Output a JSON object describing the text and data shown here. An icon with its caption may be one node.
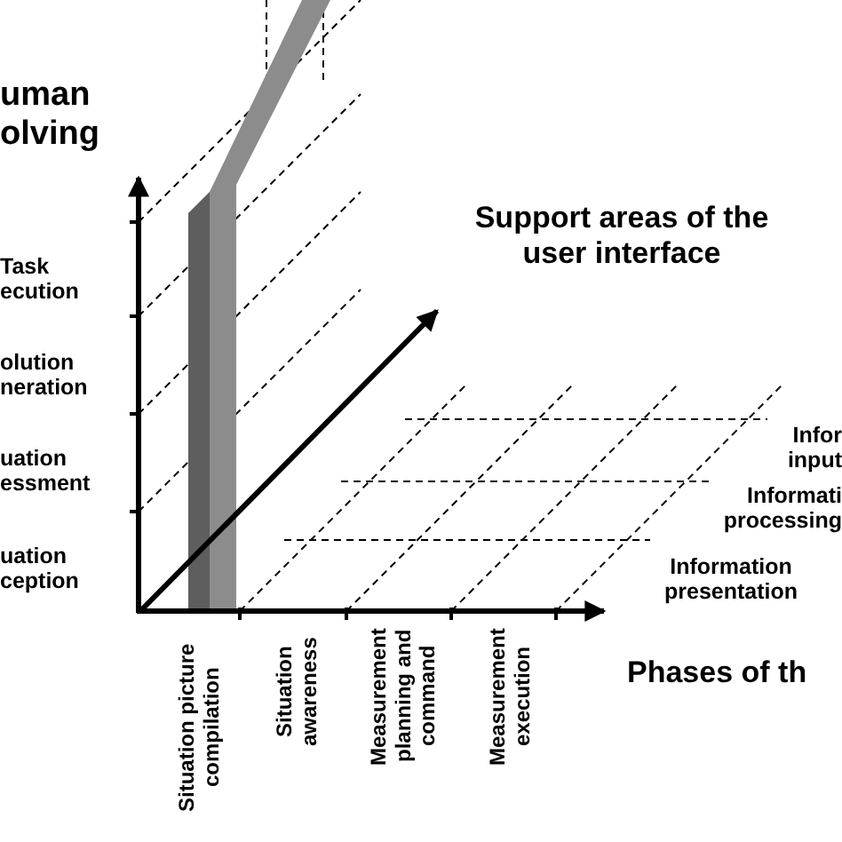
{
  "diagram": {
    "labels": [
      "uman olving",
      "Support areas of the user interface",
      "Task ecution",
      "olution neration",
      "uation essment",
      "Infor input",
      "Informati processing",
      "uation ception",
      "Information presentation",
      "Situation picture compilation",
      "Situation awareness",
      "Measurement planning and command",
      "Measurement execution",
      "Phases of th"
    ]
  }
}
